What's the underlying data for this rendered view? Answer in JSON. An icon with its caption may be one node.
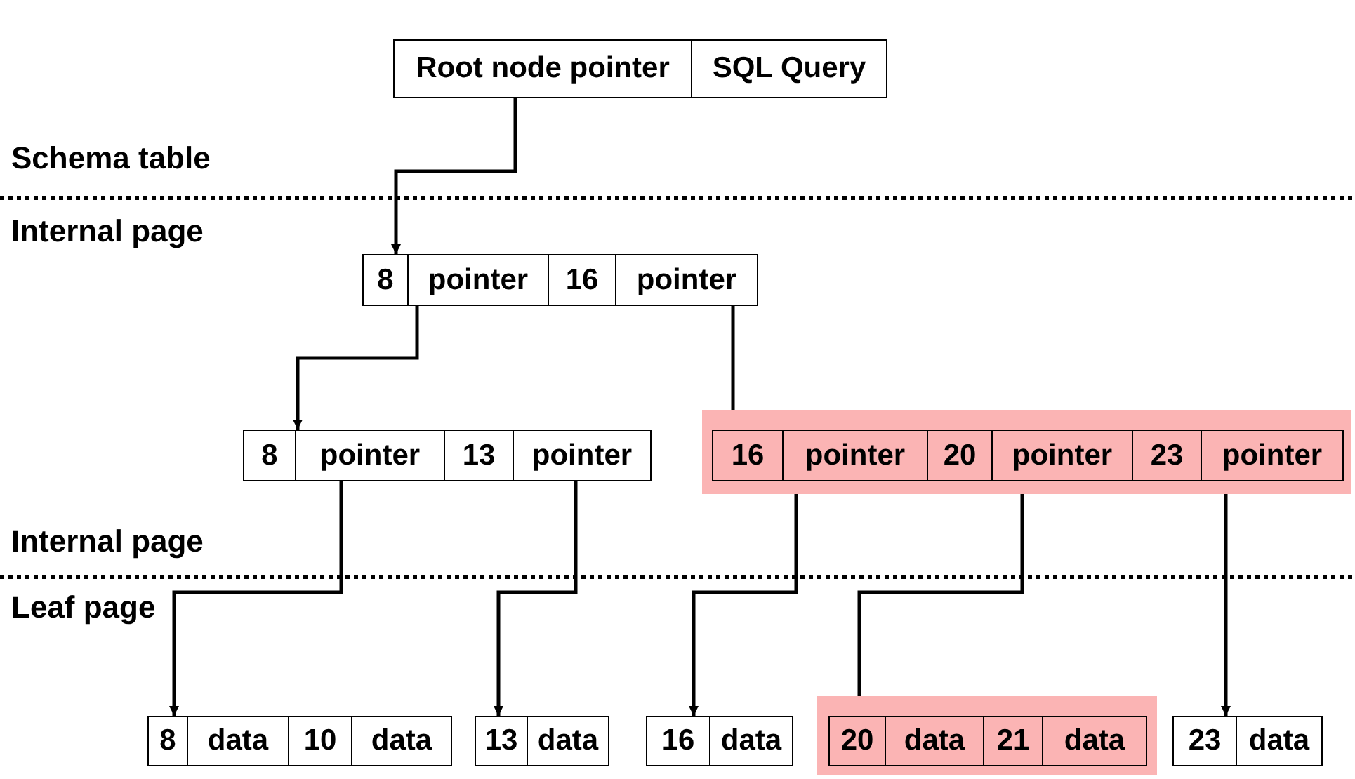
{
  "diagram": {
    "nodes": [
      {
        "text": [
          "Root node pointer",
          "SQL Query"
        ]
      },
      {
        "text": [
          "8",
          "pointer",
          "16",
          "pointer"
        ]
      },
      {
        "text": [
          "8",
          "pointer",
          "13",
          "pointer"
        ]
      },
      {
        "text": [
          "16",
          "pointer",
          "20",
          "pointer",
          "23",
          "pointer"
        ]
      },
      {
        "text": [
          "8",
          "data",
          "10",
          "data"
        ]
      },
      {
        "text": [
          "13",
          "data"
        ]
      },
      {
        "text": [
          "16",
          "data"
        ]
      },
      {
        "text": [
          "20",
          "data",
          "21",
          "data"
        ]
      },
      {
        "text": [
          "23",
          "data"
        ]
      }
    ],
    "edges": [
      {
        "from": 0,
        "to": 1,
        "arrow": "to"
      },
      {
        "from": 1,
        "to": 2,
        "arrow": "to"
      },
      {
        "from": 1,
        "to": 3,
        "arrow": "to"
      },
      {
        "from": 2,
        "to": 4,
        "arrow": "to"
      },
      {
        "from": 2,
        "to": 5,
        "arrow": "to"
      },
      {
        "from": 3,
        "to": 6,
        "arrow": "to"
      },
      {
        "from": 3,
        "to": 7,
        "arrow": "to"
      },
      {
        "from": 3,
        "to": 8,
        "arrow": "to"
      }
    ],
    "labels": [
      "Schema table",
      "Internal page",
      "Internal page",
      "Leaf page"
    ]
  }
}
